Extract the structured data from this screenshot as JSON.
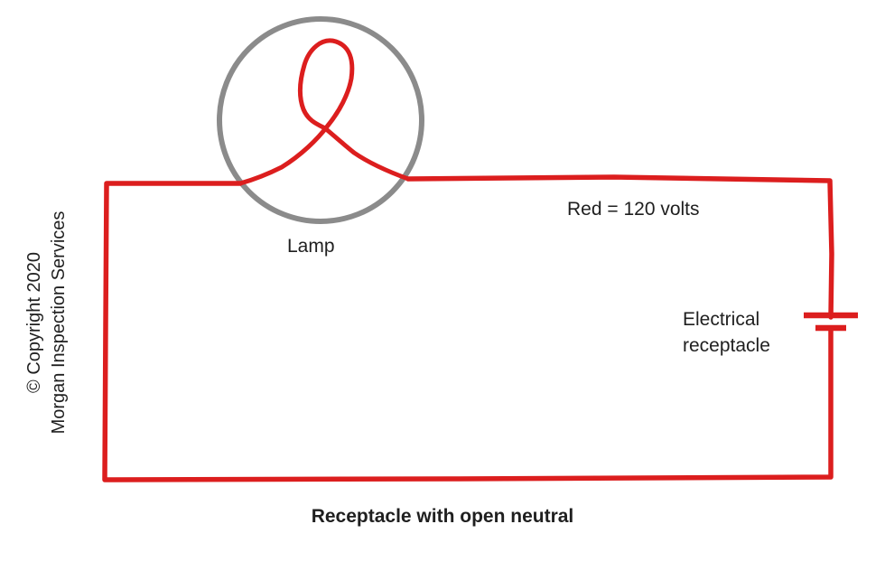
{
  "diagram": {
    "caption": "Receptacle with open neutral",
    "copyright": {
      "line1": "© Copyright 2020",
      "line2": "Morgan Inspection Services"
    },
    "labels": {
      "lamp": "Lamp",
      "wire_voltage": "Red = 120 volts",
      "receptacle": "Electrical receptacle"
    },
    "colors": {
      "wire_red": "#dc1e1e",
      "lamp_gray": "#8b8b8b",
      "text": "#1f1f1f",
      "background": "#ffffff"
    }
  }
}
